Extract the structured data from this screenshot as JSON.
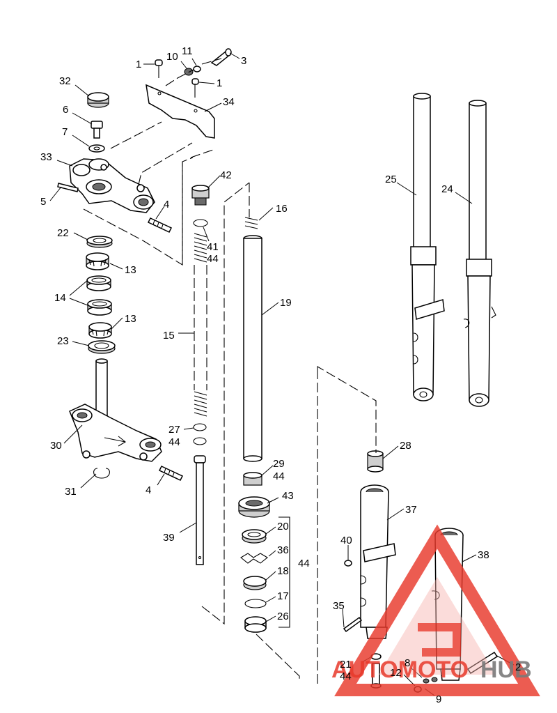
{
  "callouts": {
    "c1a": "1",
    "c10": "10",
    "c11": "11",
    "c3": "3",
    "c1b": "1",
    "c34": "34",
    "c32": "32",
    "c6": "6",
    "c7": "7",
    "c33": "33",
    "c5": "5",
    "c4a": "4",
    "c22": "22",
    "c13a": "13",
    "c14": "14",
    "c13b": "13",
    "c23": "23",
    "c30": "30",
    "c31": "31",
    "c4b": "4",
    "c42": "42",
    "c41": "41",
    "c44a": "44",
    "c15": "15",
    "c27": "27",
    "c44b": "44",
    "c39": "39",
    "c16": "16",
    "c19": "19",
    "c29": "29",
    "c44c": "44",
    "c43": "43",
    "c20": "20",
    "c36": "36",
    "c18": "18",
    "c44d": "44",
    "c17": "17",
    "c26": "26",
    "c25": "25",
    "c24": "24",
    "c28": "28",
    "c37": "37",
    "c40": "40",
    "c38": "38",
    "c35": "35",
    "c21": "21",
    "c44e": "44",
    "c8": "8",
    "c2": "2",
    "c12": "12",
    "c9": "9"
  },
  "watermark": {
    "logo_icon": "triangle-logo-icon",
    "brand": "AUTOMOTOHUB",
    "accent_color": "#e8392b",
    "secondary_color": "#7a7a7a"
  }
}
